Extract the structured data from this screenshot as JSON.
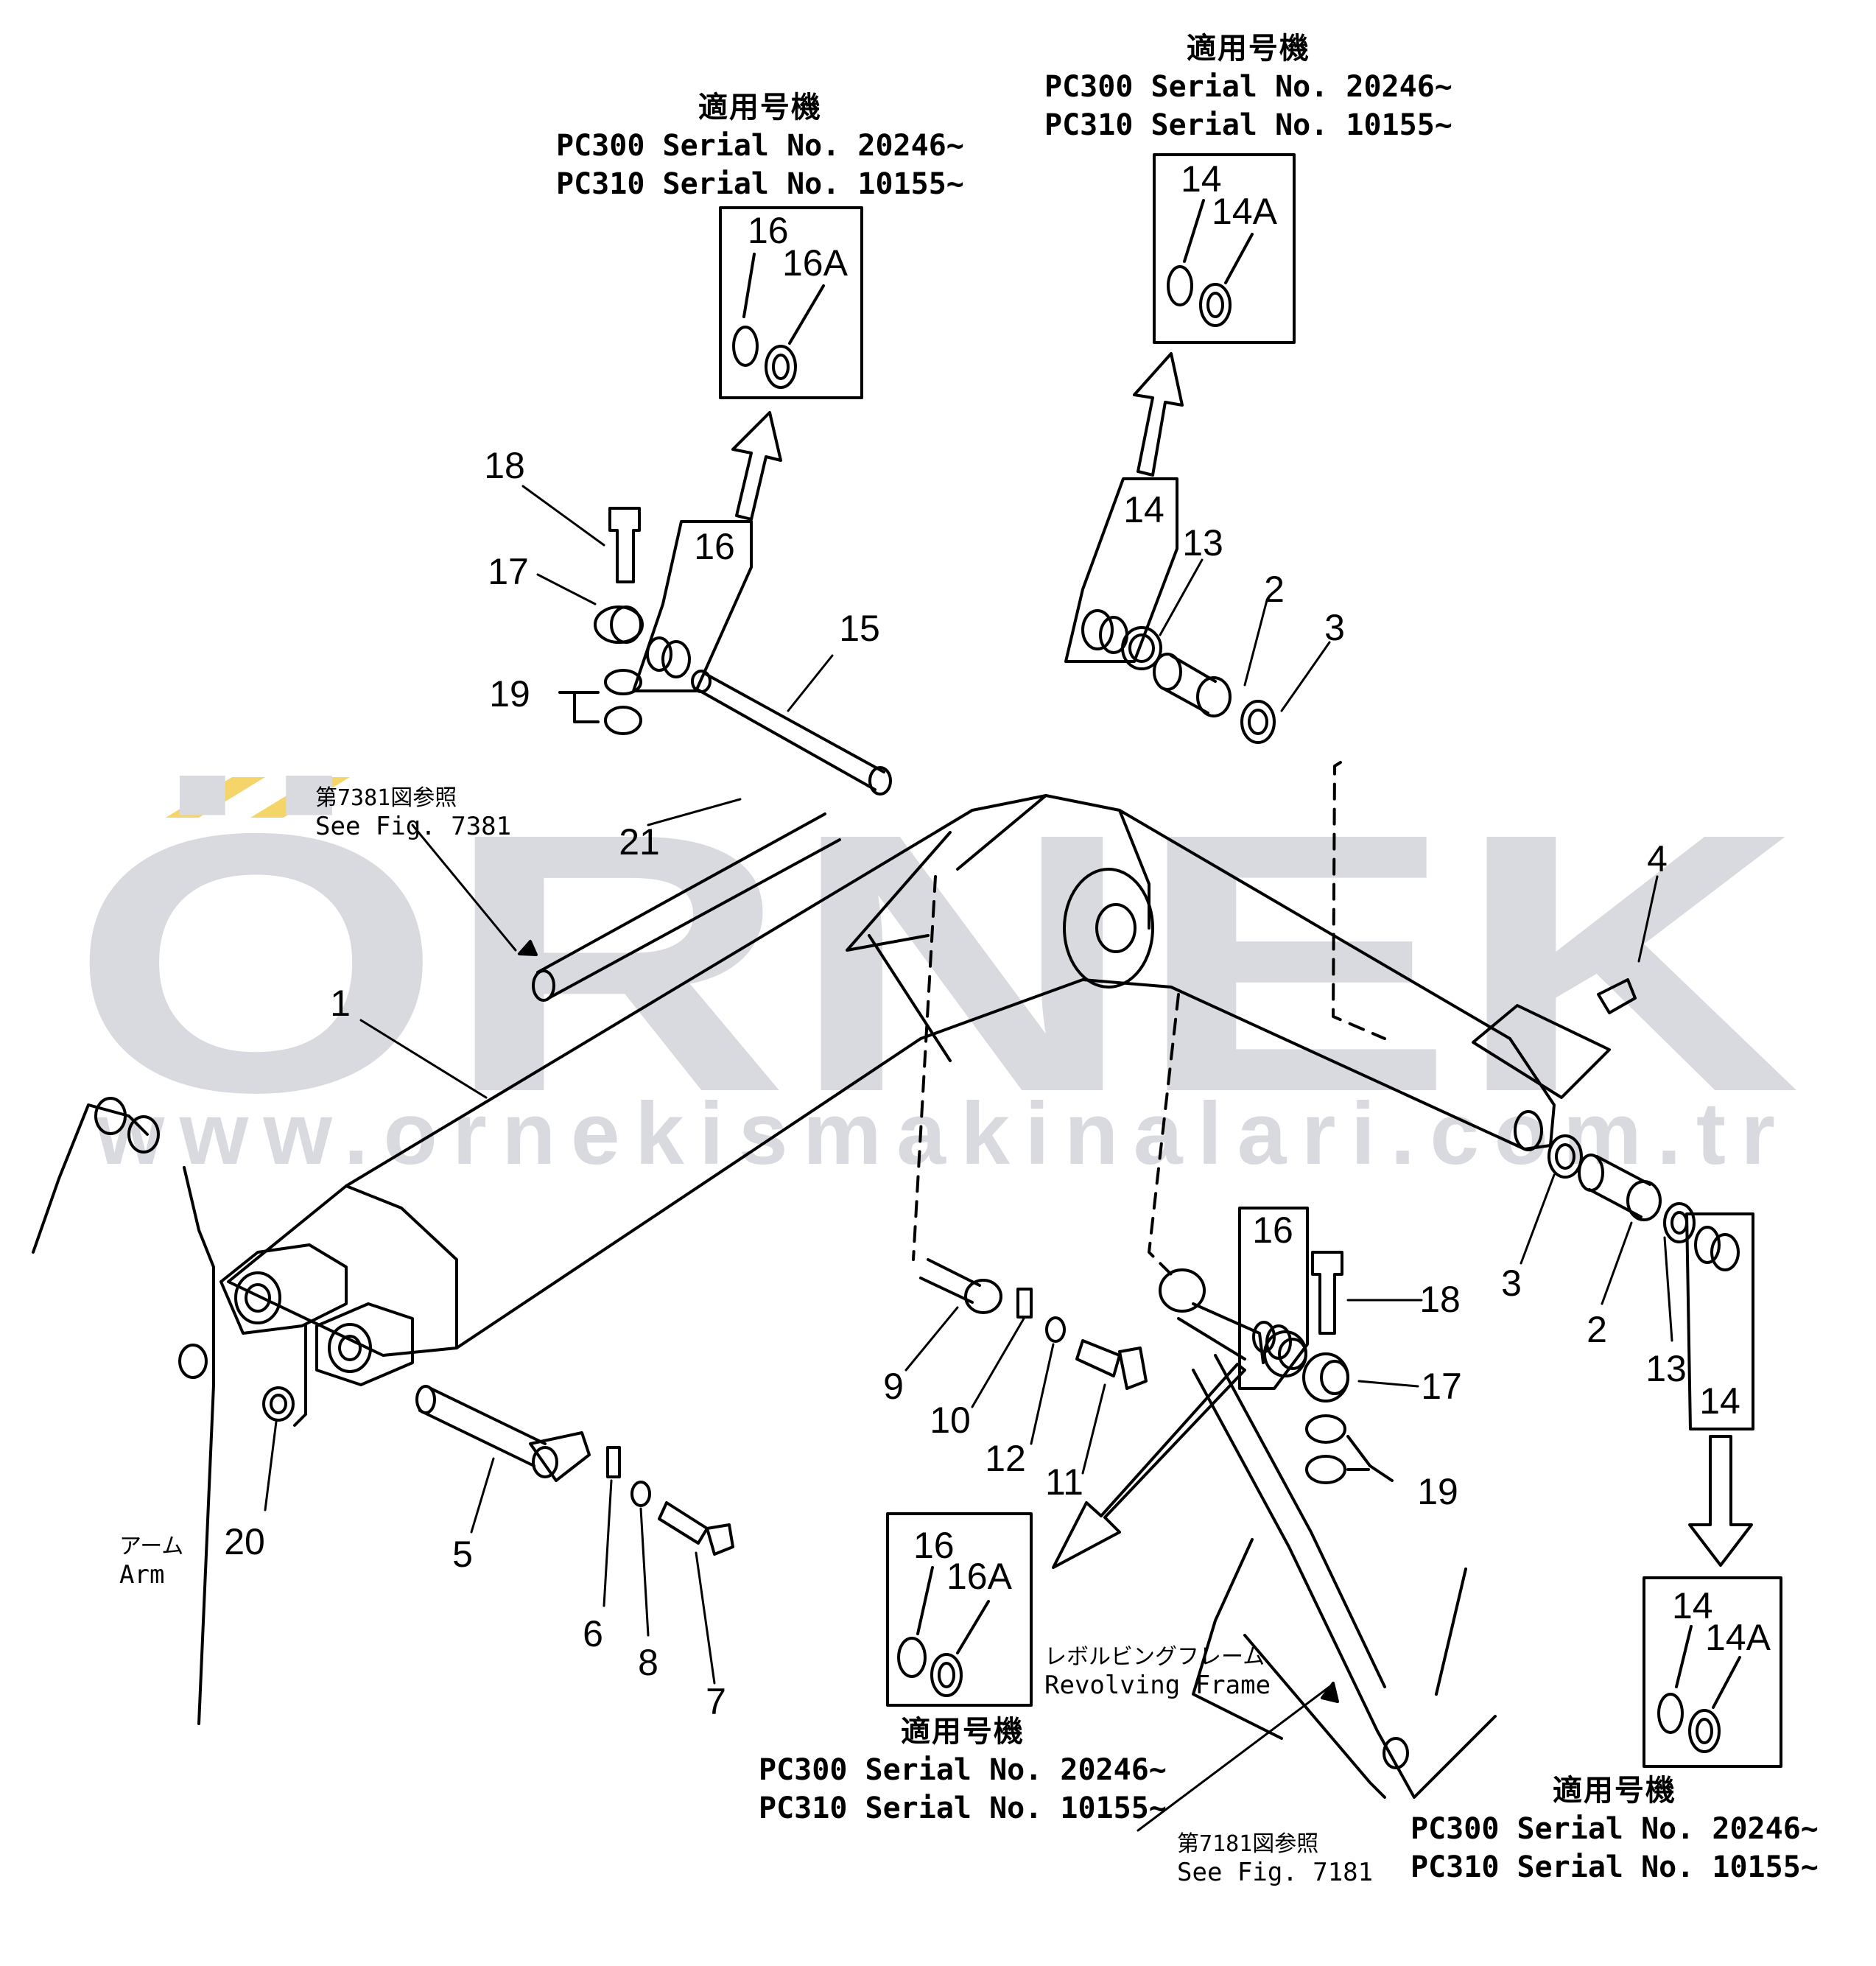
{
  "watermark": {
    "brand": "ÖRNEK",
    "url": "www.ornekismakinalari.com.tr",
    "color": "#d9d9e0",
    "accent": "#f5d56a"
  },
  "applicability_blocks": [
    {
      "heading": "適用号機",
      "line1": "PC300 Serial No. 20246~",
      "line2": "PC310 Serial No. 10155~",
      "box_labels": [
        "16",
        "16A"
      ]
    },
    {
      "heading": "適用号機",
      "line1": "PC300 Serial No. 20246~",
      "line2": "PC310 Serial No. 10155~",
      "box_labels": [
        "14",
        "14A"
      ]
    },
    {
      "heading": "適用号機",
      "line1": "PC300 Serial No. 20246~",
      "line2": "PC310 Serial No. 10155~",
      "box_labels": [
        "16",
        "16A"
      ]
    },
    {
      "heading": "適用号機",
      "line1": "PC300 Serial No. 20246~",
      "line2": "PC310 Serial No. 10155~",
      "box_labels": [
        "14",
        "14A"
      ]
    }
  ],
  "notes": {
    "fig7381": {
      "jp": "第7381図参照",
      "en": "See Fig. 7381"
    },
    "arm": {
      "jp": "アーム",
      "en": "Arm"
    },
    "revolving": {
      "jp": "レボルビングフレーム",
      "en": "Revolving Frame"
    },
    "fig7181": {
      "jp": "第7181図参照",
      "en": "See Fig. 7181"
    }
  },
  "callouts": {
    "c1": "1",
    "c2a": "2",
    "c2b": "2",
    "c3a": "3",
    "c3b": "3",
    "c4": "4",
    "c5": "5",
    "c6": "6",
    "c7": "7",
    "c8": "8",
    "c9": "9",
    "c10": "10",
    "c11": "11",
    "c12": "12",
    "c13a": "13",
    "c13b": "13",
    "c14a": "14",
    "c14b": "14",
    "c15": "15",
    "c16a": "16",
    "c16b": "16",
    "c17a": "17",
    "c17b": "17",
    "c18a": "18",
    "c18b": "18",
    "c19a": "19",
    "c19b": "19",
    "c20": "20",
    "c21": "21"
  }
}
